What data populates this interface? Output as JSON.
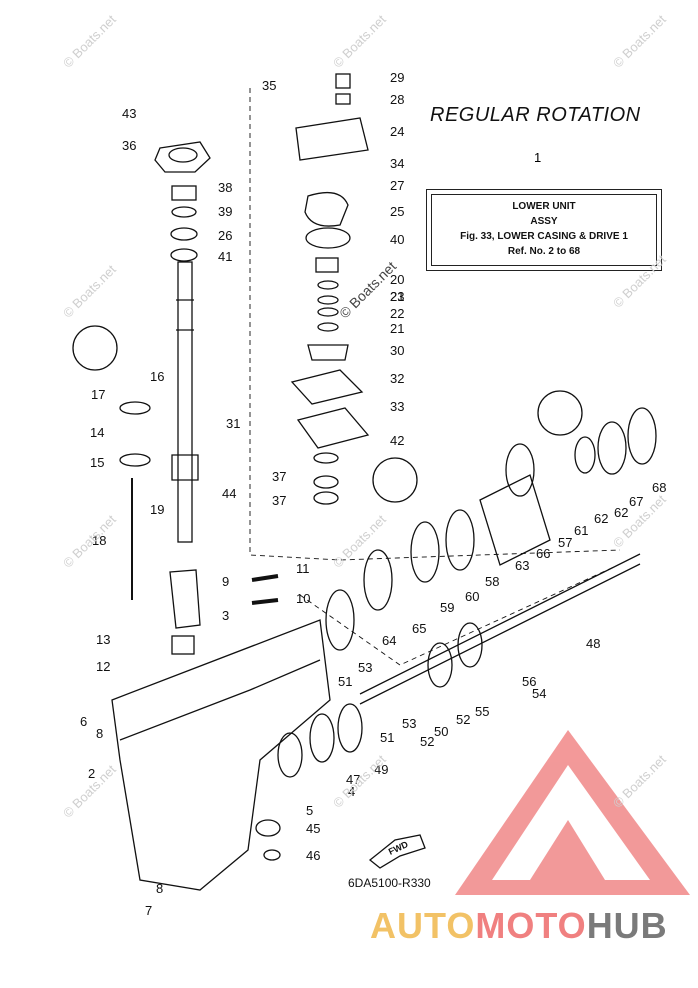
{
  "title": "REGULAR ROTATION",
  "ref_box": {
    "number": "1",
    "line1": "LOWER UNIT",
    "line2": "ASSY",
    "line3": "Fig. 33, LOWER CASING & DRIVE 1",
    "line4": "Ref. No. 2 to 68"
  },
  "drawing_code": "6DA5100-R330",
  "fwd_label": "FWD",
  "watermark": "© Boats.net",
  "logo": {
    "part1": "AUTO",
    "part2": "MOTO",
    "part3": "HUB"
  },
  "colors": {
    "logo_yellow": "#f2c266",
    "logo_red": "#f08080",
    "logo_gray": "#7a7a7a"
  },
  "callouts": [
    "29",
    "28",
    "35",
    "43",
    "24",
    "36",
    "34",
    "27",
    "38",
    "25",
    "39",
    "40",
    "26",
    "41",
    "20",
    "21",
    "22",
    "21",
    "16",
    "30",
    "32",
    "17",
    "33",
    "14",
    "31",
    "42",
    "15",
    "37",
    "37",
    "19",
    "44",
    "18",
    "66",
    "9",
    "11",
    "10",
    "3",
    "64",
    "65",
    "13",
    "53",
    "12",
    "51",
    "6",
    "8",
    "52",
    "53",
    "51",
    "2",
    "5",
    "45",
    "46",
    "8",
    "7",
    "47",
    "49",
    "50",
    "52",
    "56",
    "55",
    "54",
    "48",
    "59",
    "60",
    "58",
    "63",
    "57",
    "61",
    "62",
    "62",
    "67",
    "68",
    "4",
    "23"
  ]
}
